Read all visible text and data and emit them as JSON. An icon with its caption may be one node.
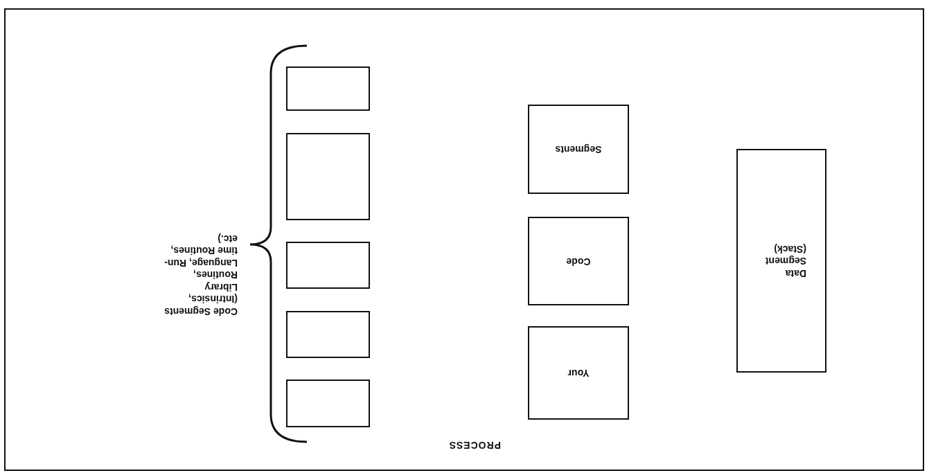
{
  "diagram": {
    "nodes": [
      {
        "text": [
          "PROCESS"
        ]
      },
      {
        "text": [
          "Data Segment (Stack)"
        ],
        "in": 0
      },
      {
        "text": [
          "Your"
        ],
        "in": 0
      },
      {
        "text": [
          "Code"
        ],
        "in": 0
      },
      {
        "text": [
          "Segments"
        ],
        "in": 0
      },
      {
        "text": [],
        "shape": "box",
        "in": 0
      },
      {
        "text": [],
        "shape": "box",
        "in": 0
      },
      {
        "text": [],
        "shape": "box",
        "in": 0
      },
      {
        "text": [],
        "shape": "box",
        "in": 0
      },
      {
        "text": [],
        "shape": "box",
        "in": 0
      }
    ],
    "edges": [],
    "labels": [
      "Code Segments (Intrinsics, Library Routines, Language, Run-time Routines, etc.)"
    ]
  }
}
